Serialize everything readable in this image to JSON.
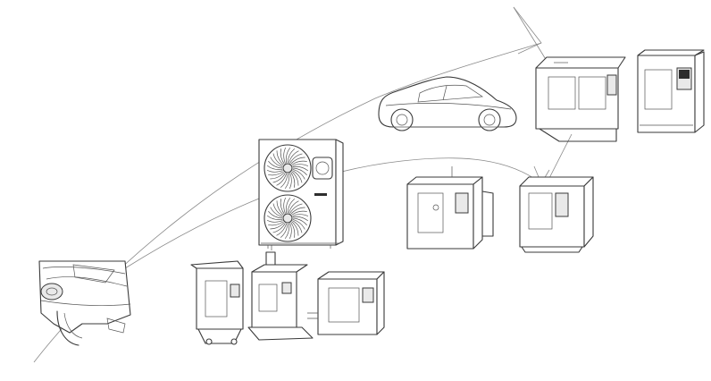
{
  "scene": {
    "line_color": "#3a3a3a",
    "arrow_color": "#8a8a8a",
    "background": "#ffffff"
  },
  "items": [
    {
      "name": "car-front-detail-sketch",
      "icon": "car-headlight-closeup"
    },
    {
      "name": "compact-machine-group",
      "icon": "three-small-machines"
    },
    {
      "name": "outdoor-hvac-unit",
      "icon": "twin-fan-outdoor-unit"
    },
    {
      "name": "sedan-car",
      "icon": "car-side-view"
    },
    {
      "name": "mid-machine-group",
      "icon": "two-enclosed-machines"
    },
    {
      "name": "top-machine-group",
      "icon": "two-cnc-machines"
    }
  ]
}
